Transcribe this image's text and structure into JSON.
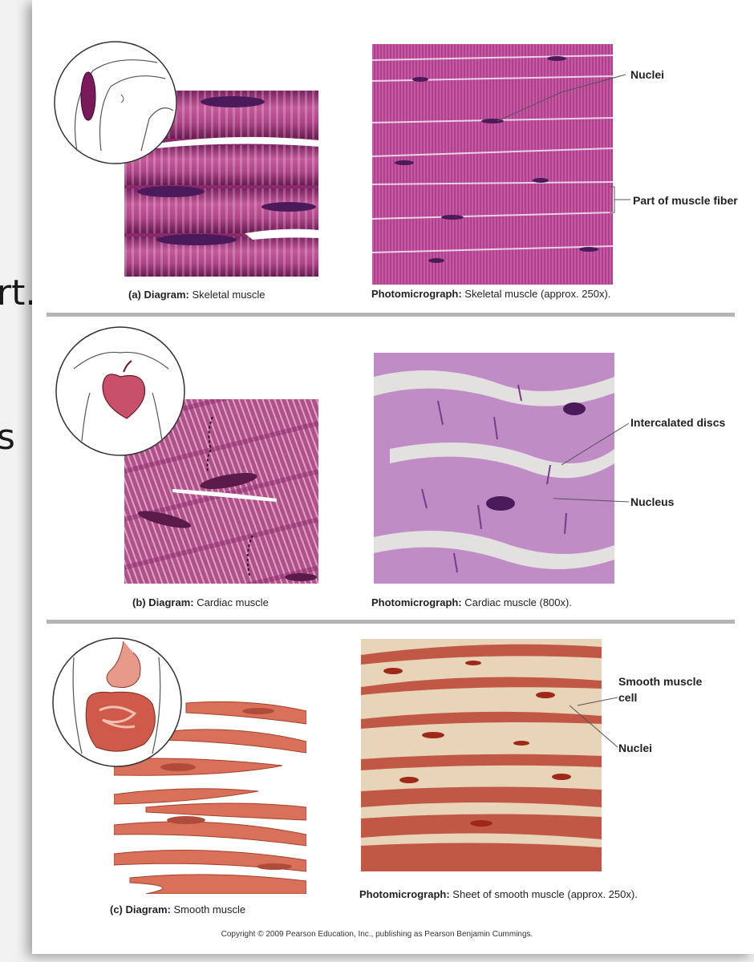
{
  "background_text": [
    "rt.",
    "s"
  ],
  "panels": [
    {
      "diagram_caption": {
        "prefix": "(a)",
        "bold": "Diagram:",
        "text": "Skeletal muscle"
      },
      "photo_caption": {
        "bold": "Photomicrograph:",
        "text": "Skeletal muscle (approx. 250x)."
      },
      "labels": [
        "Nuclei",
        "Part of muscle fiber"
      ]
    },
    {
      "diagram_caption": {
        "prefix": "(b)",
        "bold": "Diagram:",
        "text": "Cardiac muscle"
      },
      "photo_caption": {
        "bold": "Photomicrograph:",
        "text": "Cardiac muscle (800x)."
      },
      "labels": [
        "Intercalated discs",
        "Nucleus"
      ]
    },
    {
      "diagram_caption": {
        "prefix": "(c)",
        "bold": "Diagram:",
        "text": "Smooth muscle"
      },
      "photo_caption": {
        "bold": "Photomicrograph:",
        "text": "Sheet of smooth muscle (approx. 250x)."
      },
      "labels": [
        "Smooth muscle cell",
        "Nuclei"
      ]
    }
  ],
  "copyright": "Copyright © 2009 Pearson Education, Inc., publishing as Pearson Benjamin Cummings.",
  "colors": {
    "skeletal": "#a8367e",
    "skeletal_nucleus": "#4a1a5a",
    "cardiac": "#b0528a",
    "cardiac_photo": "#c890c8",
    "smooth": "#d8705a",
    "smooth_photo": "#b83a2a",
    "divider": "#b4b4b4"
  }
}
